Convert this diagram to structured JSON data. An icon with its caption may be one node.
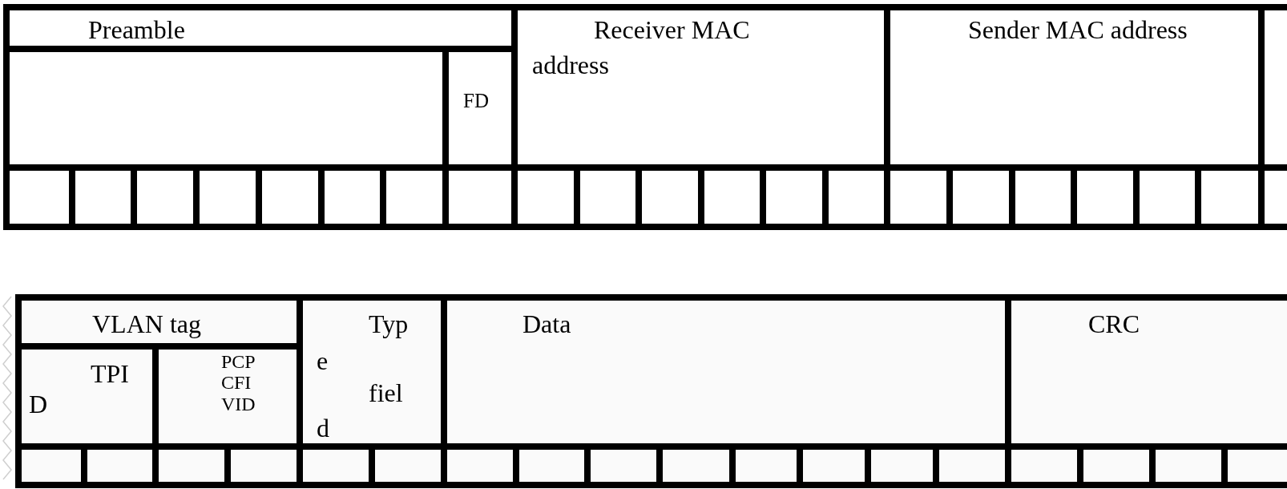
{
  "diagram": {
    "nodes": [
      {
        "text": [
          "Preamble"
        ]
      },
      {
        "text": [
          "Receiver MAC",
          "address"
        ]
      },
      {
        "text": [
          "Sender MAC address"
        ]
      },
      {
        "text": [],
        "shape": "box"
      },
      {
        "text": [],
        "shape": "box"
      },
      {
        "text": [
          "FD"
        ]
      },
      {
        "text": [],
        "shape": "box"
      },
      {
        "text": [],
        "shape": "box"
      },
      {
        "text": [],
        "shape": "box"
      },
      {
        "text": [],
        "shape": "box"
      },
      {
        "text": [],
        "shape": "box"
      },
      {
        "text": [],
        "shape": "box"
      },
      {
        "text": [],
        "shape": "box"
      },
      {
        "text": [],
        "shape": "box"
      },
      {
        "text": [],
        "shape": "box"
      },
      {
        "text": [],
        "shape": "box"
      },
      {
        "text": [],
        "shape": "box"
      },
      {
        "text": [],
        "shape": "box"
      },
      {
        "text": [],
        "shape": "box"
      },
      {
        "text": [],
        "shape": "box"
      },
      {
        "text": [],
        "shape": "box"
      },
      {
        "text": [],
        "shape": "box"
      },
      {
        "text": [],
        "shape": "box"
      },
      {
        "text": [],
        "shape": "box"
      },
      {
        "text": [],
        "shape": "box"
      },
      {
        "text": [],
        "shape": "box"
      },
      {
        "text": [],
        "shape": "box"
      },
      {
        "text": [
          "VLAN tag"
        ]
      },
      {
        "text": [
          "Typ",
          "e",
          "fiel",
          "d"
        ]
      },
      {
        "text": [
          "Data"
        ]
      },
      {
        "text": [
          "CRC"
        ]
      },
      {
        "text": [
          "TPI",
          "D"
        ]
      },
      {
        "text": [
          "PCP CFI VID"
        ]
      },
      {
        "text": [],
        "shape": "box"
      },
      {
        "text": [],
        "shape": "box"
      },
      {
        "text": [],
        "shape": "box"
      },
      {
        "text": [],
        "shape": "box"
      },
      {
        "text": [],
        "shape": "box"
      },
      {
        "text": [],
        "shape": "box"
      },
      {
        "text": [],
        "shape": "box"
      },
      {
        "text": [],
        "shape": "box"
      },
      {
        "text": [],
        "shape": "box"
      },
      {
        "text": [],
        "shape": "box"
      },
      {
        "text": [],
        "shape": "box"
      },
      {
        "text": [],
        "shape": "box"
      },
      {
        "text": [],
        "shape": "box"
      },
      {
        "text": [],
        "shape": "box"
      },
      {
        "text": [],
        "shape": "box"
      },
      {
        "text": [],
        "shape": "box"
      },
      {
        "text": [],
        "shape": "box"
      },
      {
        "text": [],
        "shape": "box"
      }
    ]
  }
}
